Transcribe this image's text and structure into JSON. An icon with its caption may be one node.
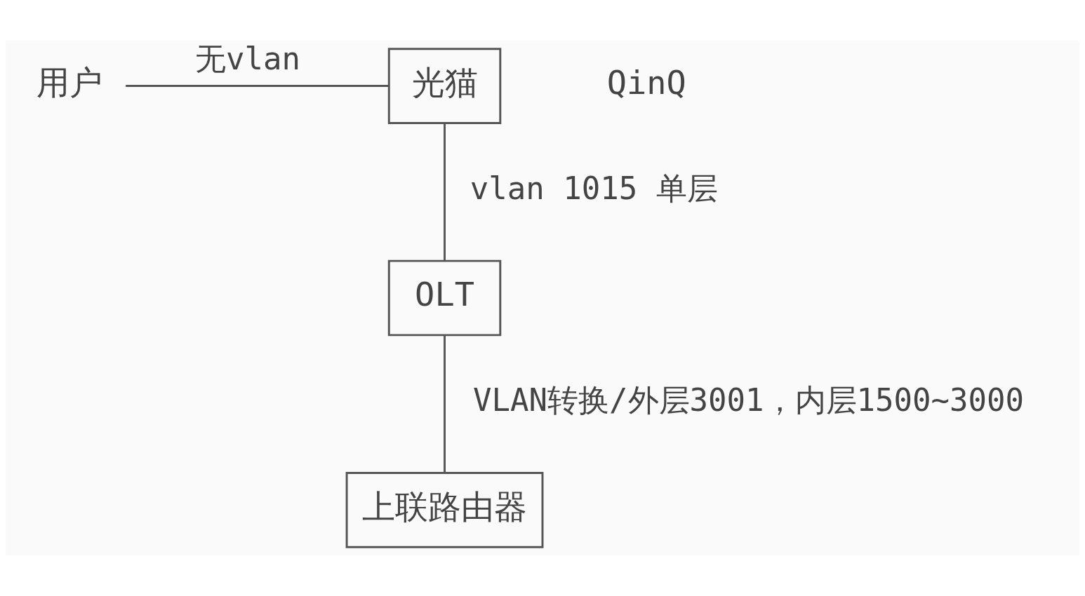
{
  "diagram": {
    "nodes": [
      {
        "text": [
          "用户"
        ]
      },
      {
        "text": [
          "光猫"
        ]
      },
      {
        "text": [
          "OLT"
        ]
      },
      {
        "text": [
          "上联路由器"
        ]
      }
    ],
    "edges": [
      {
        "from": 0,
        "to": 1,
        "arrow": "none",
        "label": "无vlan"
      },
      {
        "from": 1,
        "to": 2,
        "arrow": "none",
        "label": "vlan 1015 单层"
      },
      {
        "from": 2,
        "to": 3,
        "arrow": "none",
        "label": "VLAN转换/外层3001，内层1500~3000"
      }
    ],
    "labels": [
      "QinQ"
    ]
  }
}
